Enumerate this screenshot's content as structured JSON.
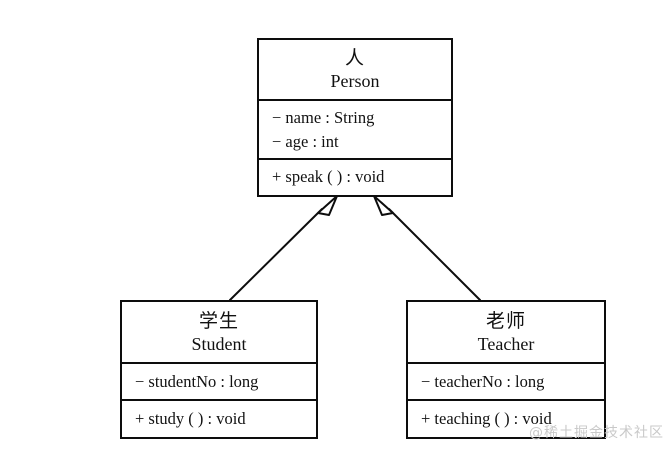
{
  "diagram": {
    "type": "uml-class-diagram",
    "background_color": "#ffffff",
    "line_color": "#0d0d0d",
    "classes": [
      {
        "id": "person",
        "name_cn": "人",
        "name_en": "Person",
        "attributes": [
          "− name : String",
          "− age : int"
        ],
        "methods": [
          "+ speak ( ) : void"
        ]
      },
      {
        "id": "student",
        "name_cn": "学生",
        "name_en": "Student",
        "attributes": [
          "− studentNo : long"
        ],
        "methods": [
          "+ study ( ) : void"
        ]
      },
      {
        "id": "teacher",
        "name_cn": "老师",
        "name_en": "Teacher",
        "attributes": [
          "− teacherNo : long"
        ],
        "methods": [
          "+ teaching ( ) : void"
        ]
      }
    ],
    "relationships": [
      {
        "kind": "generalization",
        "from": "student",
        "to": "person",
        "arrowhead": "hollow-triangle"
      },
      {
        "kind": "generalization",
        "from": "teacher",
        "to": "person",
        "arrowhead": "hollow-triangle"
      }
    ]
  },
  "watermark": {
    "text": "@稀土掘金技术社区",
    "color": "#c9c9c9"
  }
}
